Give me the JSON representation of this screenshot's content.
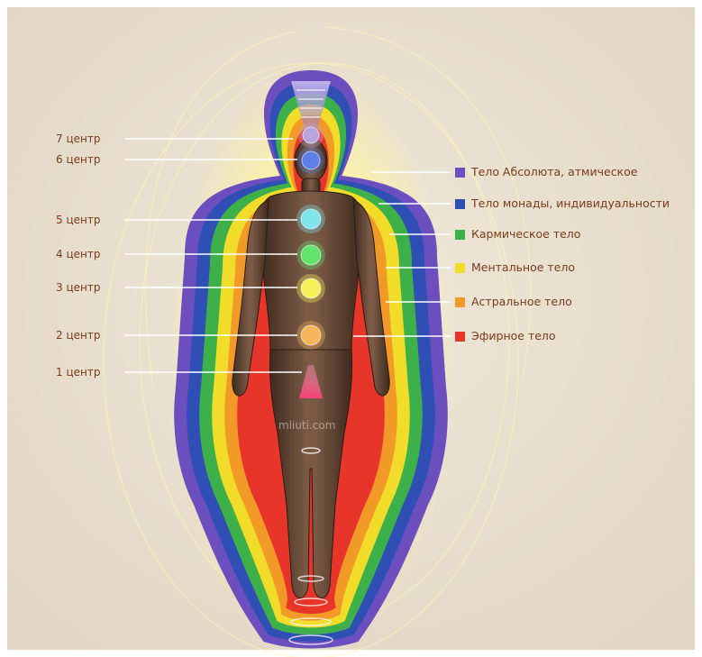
{
  "centers": [
    {
      "label": "7 центр"
    },
    {
      "label": "6 центр"
    },
    {
      "label": "5 центр"
    },
    {
      "label": "4 центр"
    },
    {
      "label": "3 центр"
    },
    {
      "label": "2 центр"
    },
    {
      "label": "1 центр"
    }
  ],
  "bodies": [
    {
      "label": "Тело Абсолюта, атмическое",
      "color": "#6b4fbf"
    },
    {
      "label": "Тело монады, индивидуальности",
      "color": "#2f4fb5"
    },
    {
      "label": "Кармическое тело",
      "color": "#3db04a"
    },
    {
      "label": "Ментальное тело",
      "color": "#f2dc2a"
    },
    {
      "label": "Астральное тело",
      "color": "#f29a28"
    },
    {
      "label": "Эфирное тело",
      "color": "#e8352a"
    }
  ],
  "chakra_colors": [
    "#b9a6e0",
    "#5d7fe8",
    "#7fe6ee",
    "#62e36b",
    "#f7f05a",
    "#f7b45a",
    "#ff5a86"
  ],
  "watermark": "mliuti.com",
  "colors": {
    "background": "#e9dfcf",
    "aura_glow": "#fff79a",
    "body": "#5a3f2e"
  }
}
